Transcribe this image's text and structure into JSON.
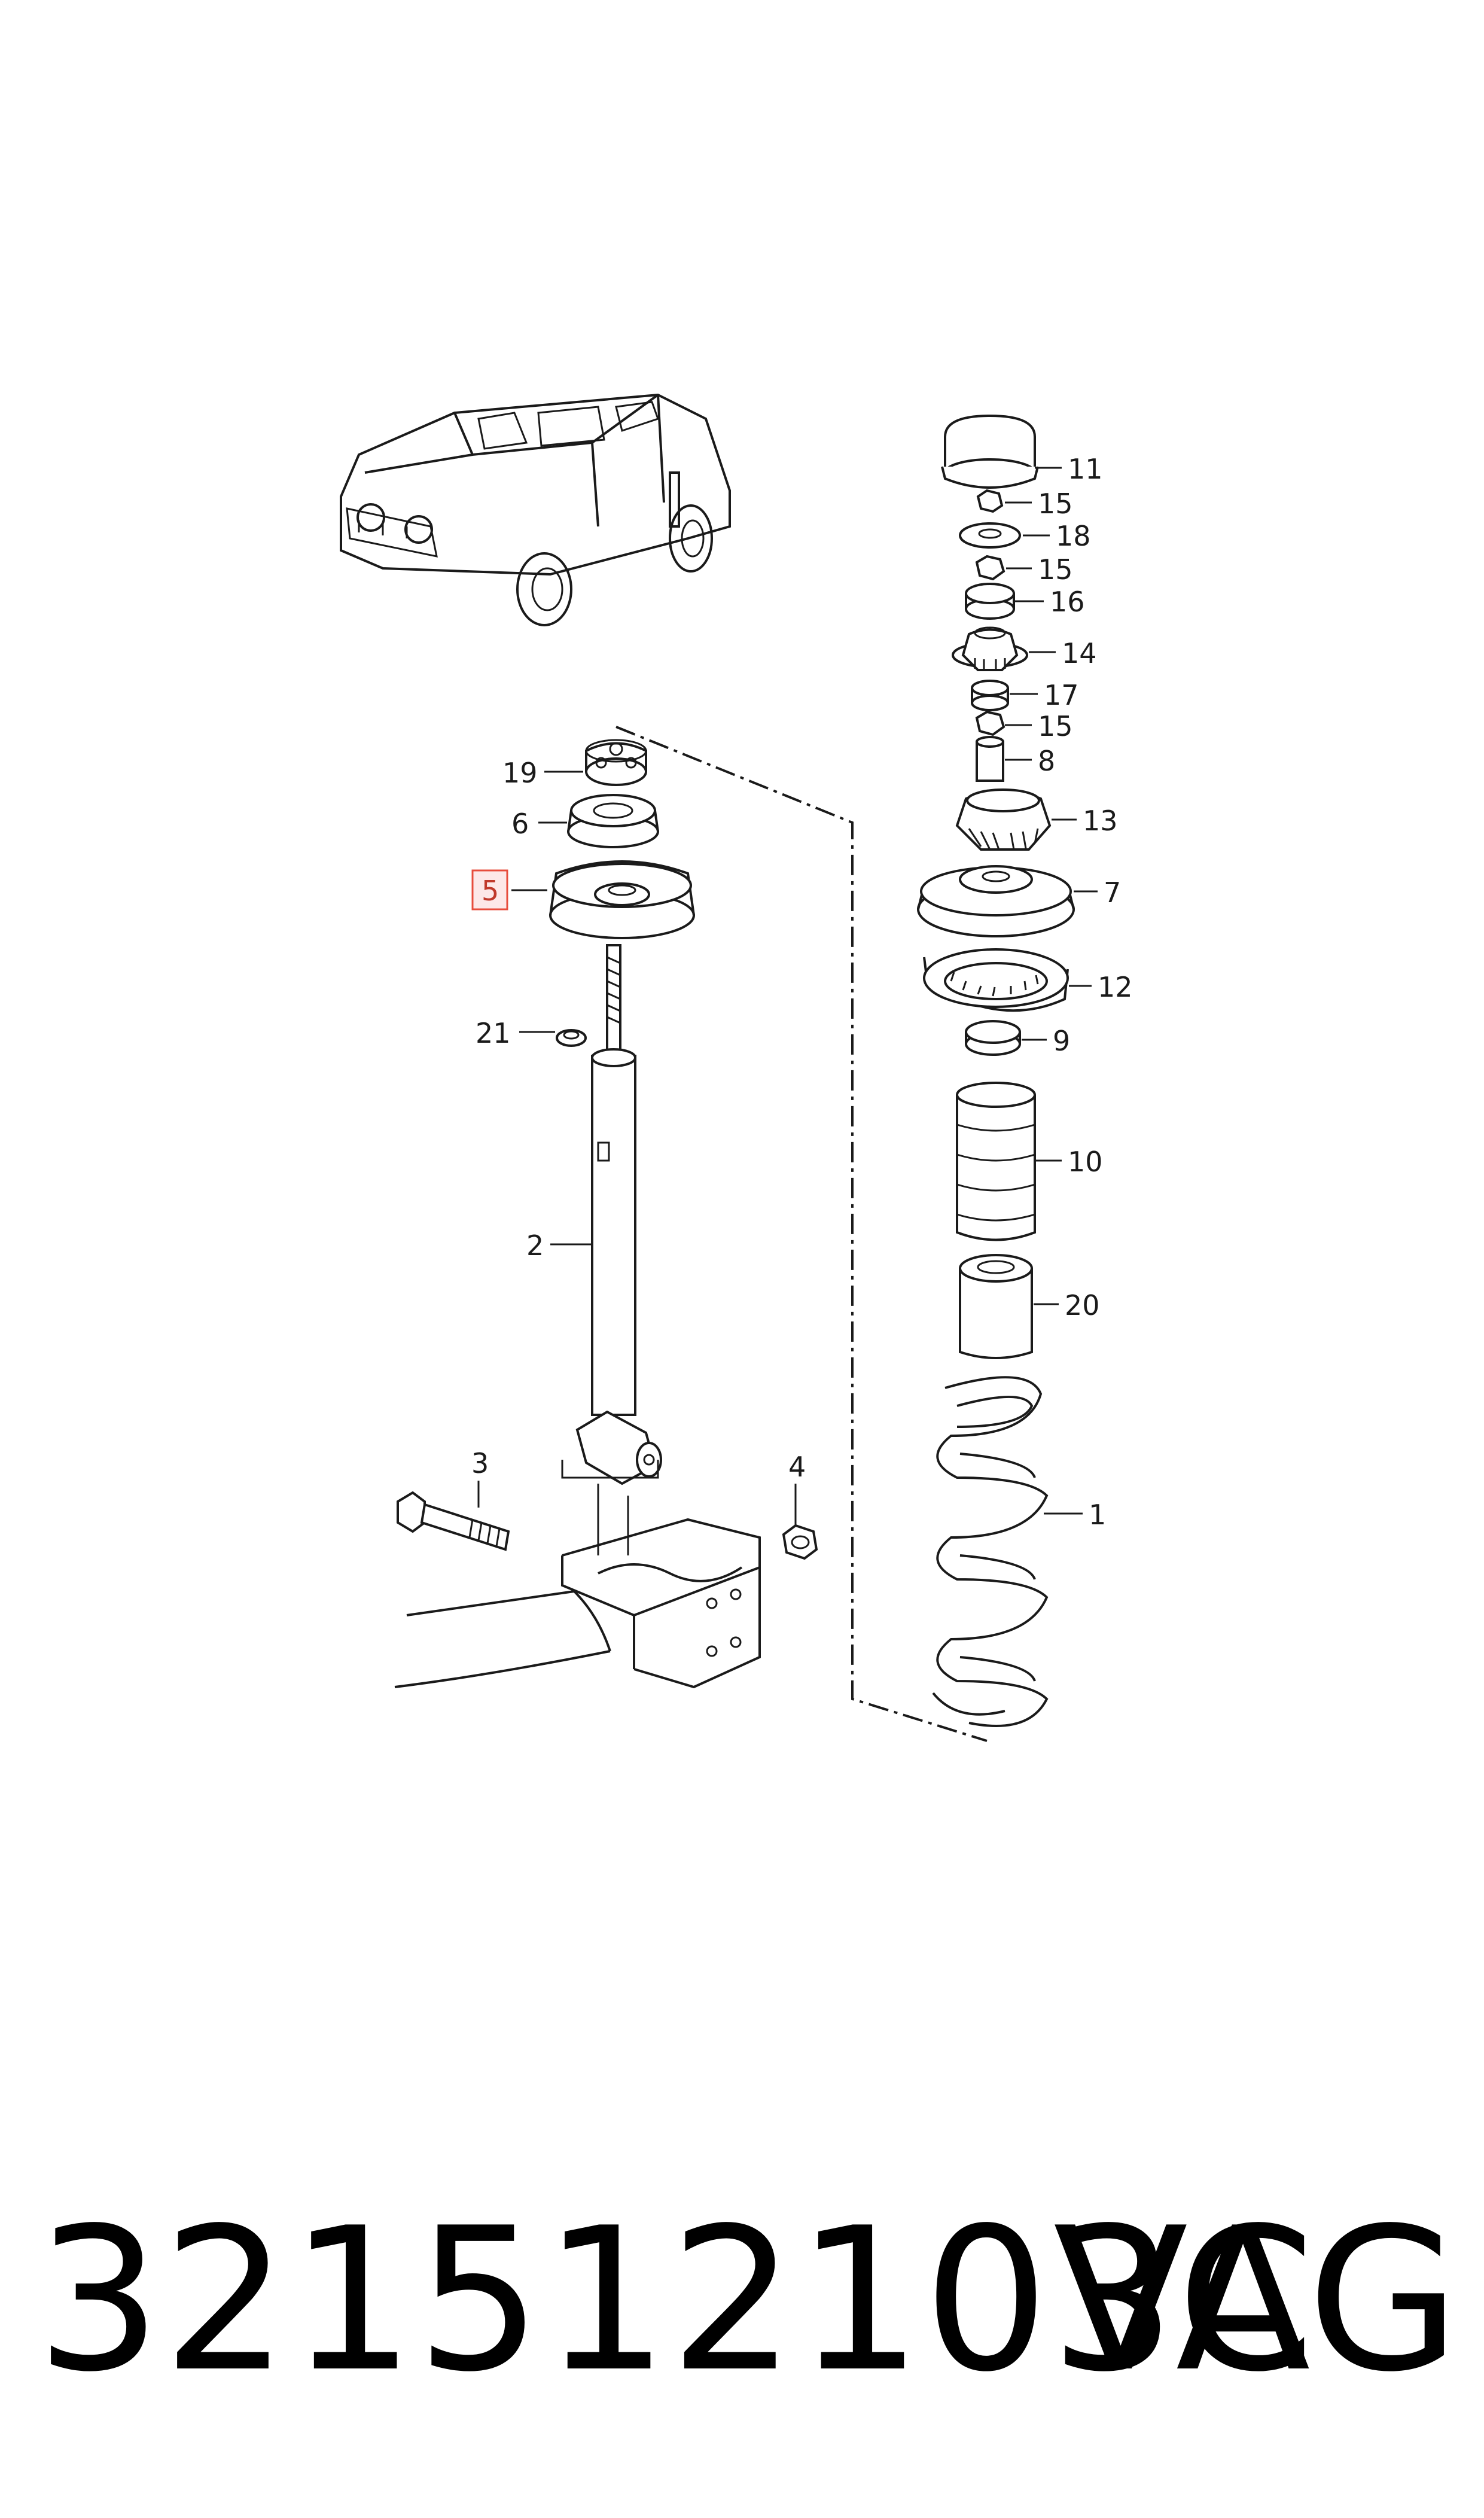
{
  "callouts": {
    "c1": "1",
    "c2": "2",
    "c3": "3",
    "c4": "4",
    "c5": "5",
    "c6": "6",
    "c7": "7",
    "c8": "8",
    "c9": "9",
    "c10": "10",
    "c11": "11",
    "c12": "12",
    "c13": "13",
    "c14": "14",
    "c15a": "15",
    "c15b": "15",
    "c15c": "15",
    "c16": "16",
    "c17": "17",
    "c18": "18",
    "c19": "19",
    "c20": "20",
    "c21": "21"
  },
  "highlight": {
    "callout": "5",
    "color": "#e74c3c"
  },
  "footer": {
    "part_number": "321512103C",
    "brand": "VAG"
  }
}
